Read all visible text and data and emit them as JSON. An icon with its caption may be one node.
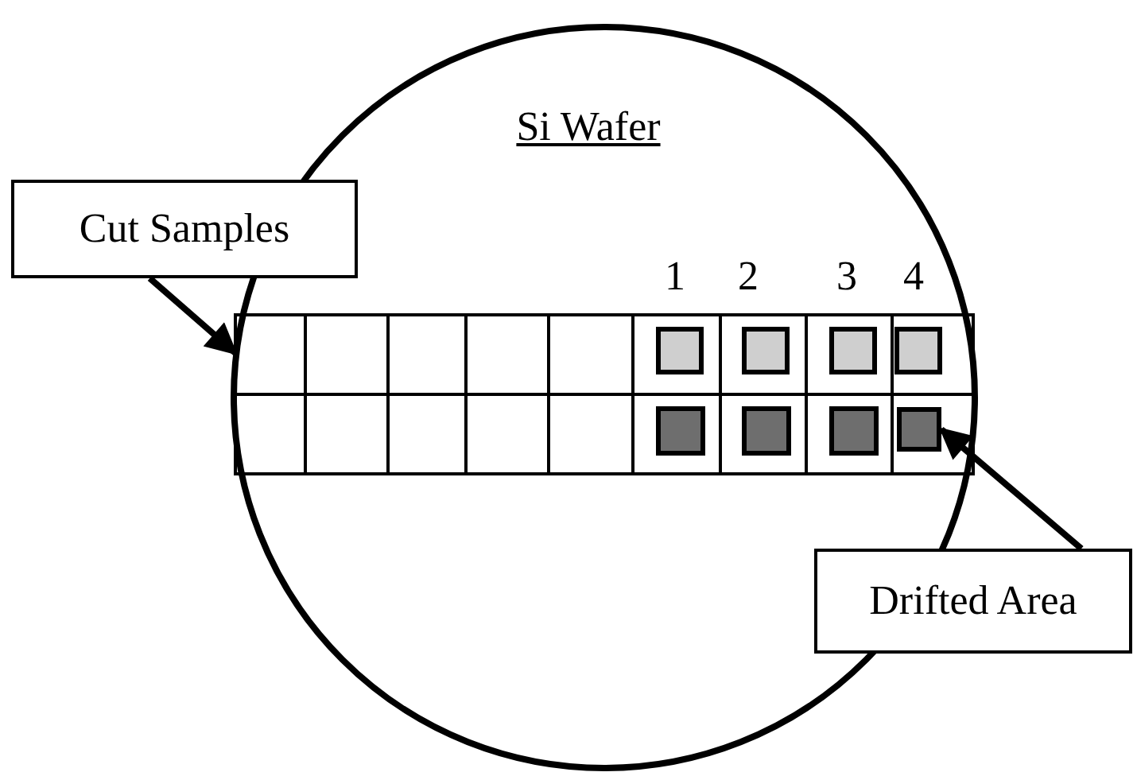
{
  "diagram": {
    "nodes": [
      {
        "text": [
          "Si Wafer"
        ]
      },
      {
        "text": [
          "Cut Samples"
        ]
      },
      {
        "text": [],
        "shape": "bar",
        "in": 0
      },
      {
        "text": [],
        "shape": "box",
        "in": 2
      },
      {
        "text": [
          "Drifted Area"
        ]
      }
    ],
    "edges": [
      {
        "from": 1,
        "to": 2,
        "arrow": "to"
      },
      {
        "from": 4,
        "to": 3,
        "arrow": "to"
      }
    ],
    "labels": [
      "1",
      "2",
      "3",
      "4"
    ]
  }
}
